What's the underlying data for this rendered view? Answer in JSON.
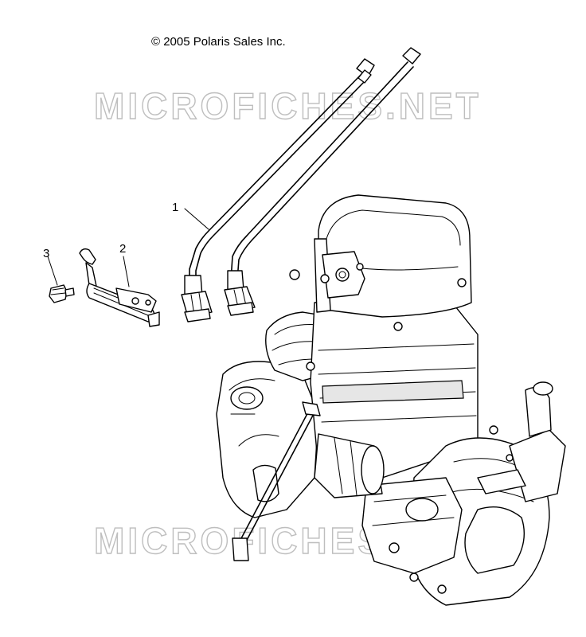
{
  "copyright": "© 2005 Polaris Sales Inc.",
  "watermark_top": "MICROFICHES.NET",
  "watermark_bottom": "MICROFICHES.NET",
  "callouts": [
    {
      "label": "1"
    },
    {
      "label": "2"
    },
    {
      "label": "3"
    }
  ]
}
